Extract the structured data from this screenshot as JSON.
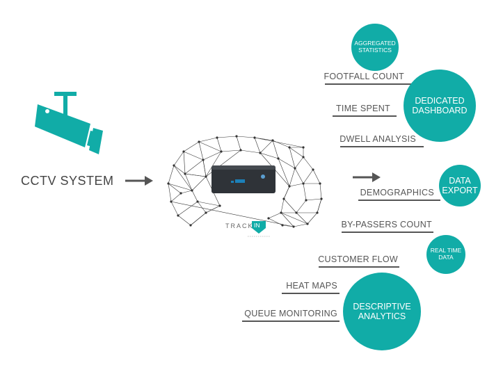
{
  "colors": {
    "accent": "#11aca7",
    "text": "#444444",
    "line": "#555555"
  },
  "source": {
    "label": "CCTV SYSTEM",
    "icon": "cctv-camera-icon"
  },
  "device": {
    "brand_prefix": "TRACK",
    "brand_suffix": "IN",
    "icon": "mini-pc-icon"
  },
  "features": [
    {
      "id": "footfall-count",
      "label": "FOOTFALL COUNT"
    },
    {
      "id": "time-spent",
      "label": "TIME SPENT"
    },
    {
      "id": "dwell-analysis",
      "label": "DWELL ANALYSIS"
    },
    {
      "id": "demographics",
      "label": "DEMOGRAPHICS"
    },
    {
      "id": "by-passers-count",
      "label": "BY-PASSERS COUNT"
    },
    {
      "id": "customer-flow",
      "label": "CUSTOMER FLOW"
    },
    {
      "id": "heat-maps",
      "label": "HEAT MAPS"
    },
    {
      "id": "queue-monitoring",
      "label": "QUEUE MONITORING"
    }
  ],
  "outputs": [
    {
      "id": "aggregated-statistics",
      "label": "AGGREGATED\nSTATISTICS"
    },
    {
      "id": "dedicated-dashboard",
      "label": "DEDICATED\nDASHBOARD"
    },
    {
      "id": "data-export",
      "label": "DATA\nEXPORT"
    },
    {
      "id": "real-time-data",
      "label": "REAL TIME\nDATA"
    },
    {
      "id": "descriptive-analytics",
      "label": "DESCRIPTIVE\nANALYTICS"
    }
  ]
}
